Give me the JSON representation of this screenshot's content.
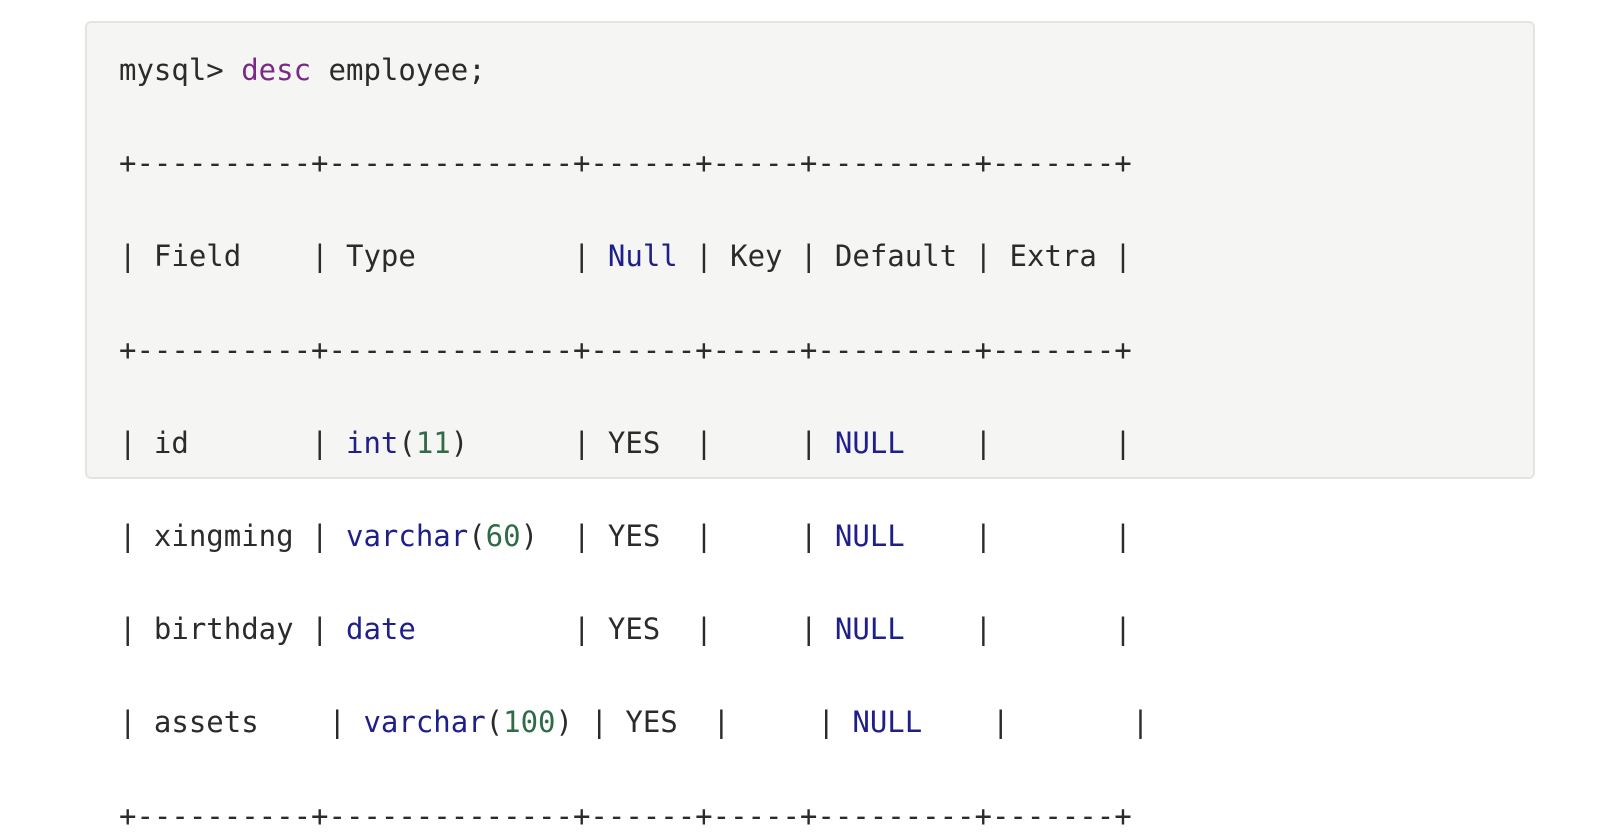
{
  "command": {
    "prompt": "mysql> ",
    "keyword": "desc",
    "rest": " employee;"
  },
  "border": "+----------+--------------+------+-----+---------+-------+",
  "header": {
    "pre_field": "| ",
    "field": "Field",
    "post_field": "    | ",
    "type": "Type",
    "post_type": "         | ",
    "null": "Null",
    "post_null": " | ",
    "key": "Key",
    "post_key": " | ",
    "default": "Default",
    "post_default": " | ",
    "extra": "Extra",
    "post_extra": " |"
  },
  "rows": [
    {
      "lead": "| id       | ",
      "type": "int",
      "paren_open": "(",
      "size": "11",
      "paren_close": ")",
      "type_pad": "      | ",
      "null": "YES",
      "null_pad": "  |     | ",
      "default": "NULL",
      "tail": "    |       |"
    },
    {
      "lead": "| xingming | ",
      "type": "varchar",
      "paren_open": "(",
      "size": "60",
      "paren_close": ")",
      "type_pad": "  | ",
      "null": "YES",
      "null_pad": "  |     | ",
      "default": "NULL",
      "tail": "    |       |"
    },
    {
      "lead": "| birthday | ",
      "type": "date",
      "paren_open": "",
      "size": "",
      "paren_close": "",
      "type_pad": "         | ",
      "null": "YES",
      "null_pad": "  |     | ",
      "default": "NULL",
      "tail": "    |       |"
    },
    {
      "lead": "| assets    | ",
      "type": "varchar",
      "paren_open": "(",
      "size": "100",
      "paren_close": ")",
      "type_pad": " | ",
      "null": "YES",
      "null_pad": "  |     | ",
      "default": "NULL",
      "tail": "    |       |"
    }
  ],
  "colors": {
    "background": "#f5f5f4",
    "text": "#2b2b2b",
    "keyword": "#7a2a85",
    "builtin": "#1f1f8a",
    "number": "#2f6b47"
  }
}
